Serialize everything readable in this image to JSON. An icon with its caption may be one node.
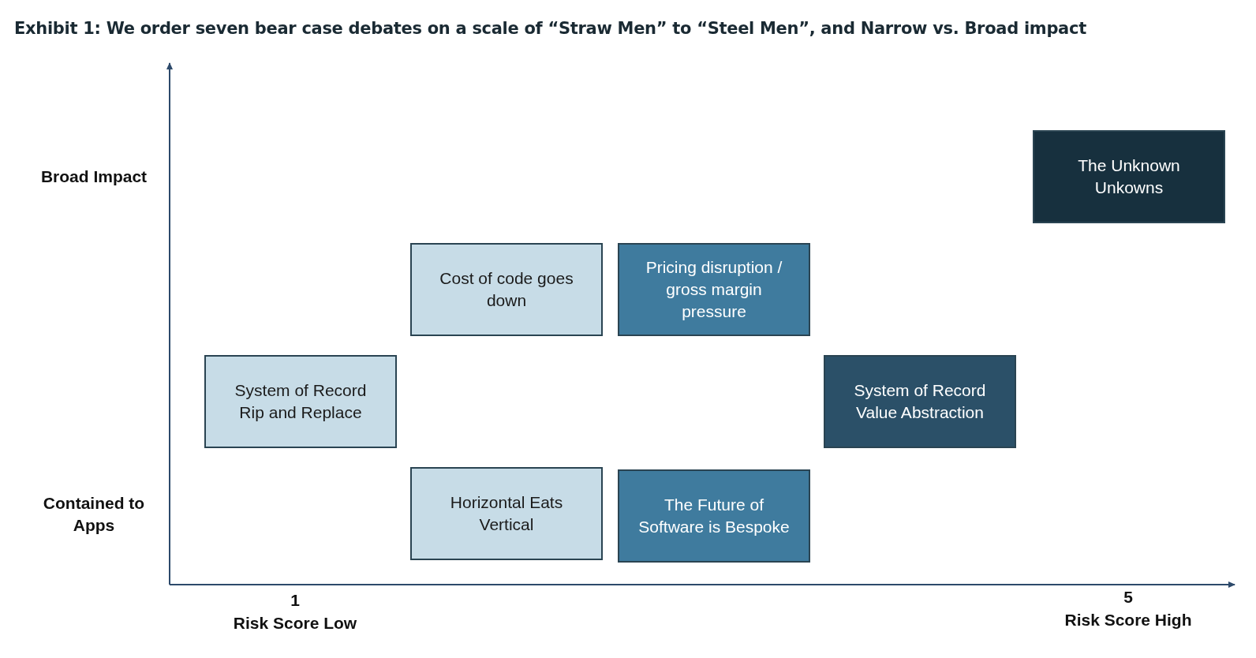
{
  "diagram": {
    "title": "Exhibit 1: We order seven bear case debates on a scale of “Straw Men” to “Steel Men”, and Narrow vs. Broad impact",
    "nodes": [
      {
        "text": [
          "The Unknown Unkowns"
        ]
      },
      {
        "text": [
          "Cost of code goes down"
        ]
      },
      {
        "text": [
          "Pricing disruption / gross margin pressure"
        ]
      },
      {
        "text": [
          "System of Record Rip and Replace"
        ]
      },
      {
        "text": [
          "System of Record Value Abstraction"
        ]
      },
      {
        "text": [
          "Horizontal Eats Vertical"
        ]
      },
      {
        "text": [
          "The Future of Software is Bespoke"
        ]
      }
    ],
    "labels": [
      "Broad Impact",
      "Contained to Apps",
      "1",
      "Risk Score Low",
      "5",
      "Risk Score High"
    ]
  }
}
